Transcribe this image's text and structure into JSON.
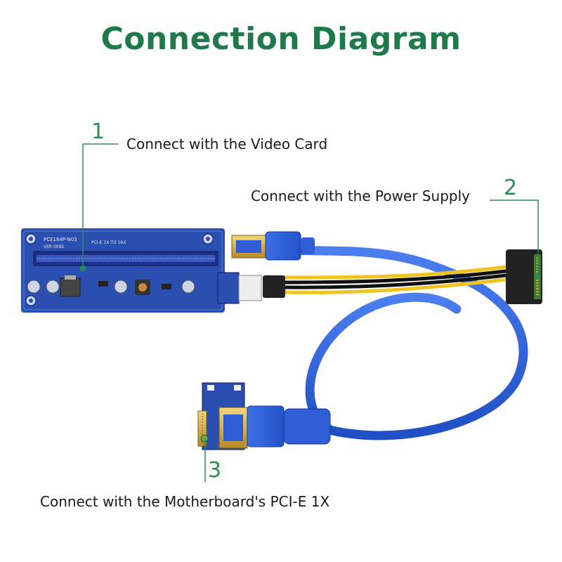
{
  "title": "Connection Diagram",
  "callouts": [
    {
      "number": "1",
      "text": "Connect with the Video Card"
    },
    {
      "number": "2",
      "text": "Connect with the Power Supply"
    },
    {
      "number": "3",
      "text": "Connect with the Motherboard's PCI-E 1X"
    }
  ],
  "board_silkscreen": {
    "model": "PCE164P-N03",
    "ver": "VER 009S",
    "spec": "PCI-E 1X TO 16X"
  },
  "colors": {
    "title": "#1e7a4a",
    "callout_line": "#2e8a55",
    "pcb": "#2b4fb0",
    "cable": "#2a5fd6",
    "gold": "#d8b24a"
  }
}
